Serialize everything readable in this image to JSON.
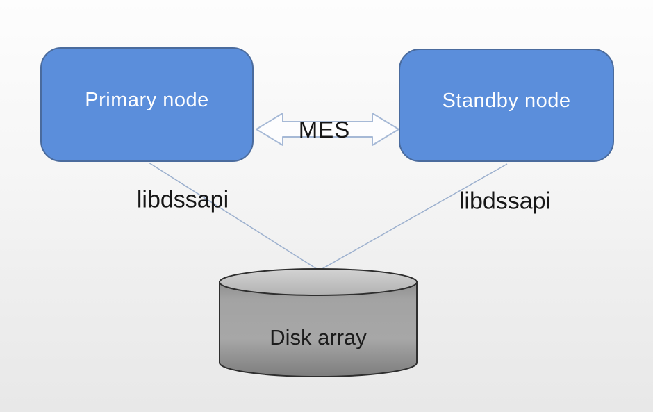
{
  "nodes": {
    "primary": {
      "label": "Primary node"
    },
    "standby": {
      "label": "Standby node"
    }
  },
  "connections": {
    "mes": {
      "label": "MES",
      "type": "double-headed-arrow"
    },
    "primary_disk": {
      "label": "libdssapi"
    },
    "standby_disk": {
      "label": "libdssapi"
    }
  },
  "disk": {
    "label": "Disk array"
  },
  "colors": {
    "node_fill": "#5b8edb",
    "node_border": "#4a6b9d",
    "node_text": "#ffffff",
    "arrow_fill": "#fdfdfe",
    "arrow_stroke": "#a6b9d6",
    "connector_line": "#9cb0ce",
    "cylinder_top": "#c6c6c6",
    "cylinder_body": "#9b9b9b",
    "cylinder_outline": "#2e2e2e",
    "label_text": "#161616",
    "background_top": "#fdfdfd",
    "background_bottom": "#e8e8e8"
  }
}
